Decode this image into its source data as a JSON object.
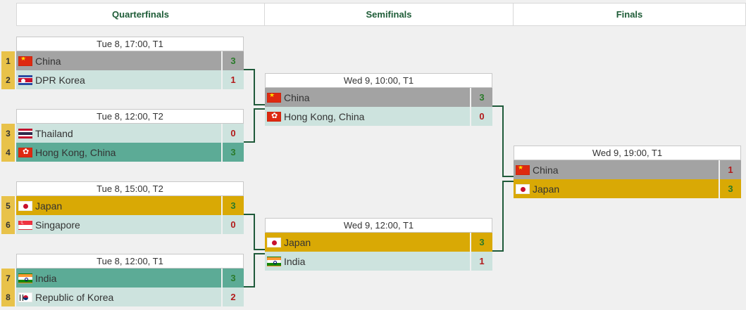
{
  "headers": {
    "quarterfinals": "Quarterfinals",
    "semifinals": "Semifinals",
    "finals": "Finals"
  },
  "quarterfinals": [
    {
      "time": "Tue 8, 17:00, T1",
      "teams": [
        {
          "seed": "1",
          "flag": "china-flag-icon",
          "name": "China",
          "score": "3",
          "result": "win",
          "bg": "gray"
        },
        {
          "seed": "2",
          "flag": "dpr-korea-flag-icon",
          "name": "DPR Korea",
          "score": "1",
          "result": "loss",
          "bg": "light"
        }
      ]
    },
    {
      "time": "Tue 8, 12:00, T2",
      "teams": [
        {
          "seed": "3",
          "flag": "thailand-flag-icon",
          "name": "Thailand",
          "score": "0",
          "result": "loss",
          "bg": "light"
        },
        {
          "seed": "4",
          "flag": "hong-kong-flag-icon",
          "name": "Hong Kong, China",
          "score": "3",
          "result": "win",
          "bg": "teal"
        }
      ]
    },
    {
      "time": "Tue 8, 15:00, T2",
      "teams": [
        {
          "seed": "5",
          "flag": "japan-flag-icon",
          "name": "Japan",
          "score": "3",
          "result": "win",
          "bg": "gold"
        },
        {
          "seed": "6",
          "flag": "singapore-flag-icon",
          "name": "Singapore",
          "score": "0",
          "result": "loss",
          "bg": "light"
        }
      ]
    },
    {
      "time": "Tue 8, 12:00, T1",
      "teams": [
        {
          "seed": "7",
          "flag": "india-flag-icon",
          "name": "India",
          "score": "3",
          "result": "win",
          "bg": "teal"
        },
        {
          "seed": "8",
          "flag": "korea-flag-icon",
          "name": "Republic of Korea",
          "score": "2",
          "result": "loss",
          "bg": "light"
        }
      ]
    }
  ],
  "semifinals": [
    {
      "time": "Wed 9, 10:00, T1",
      "teams": [
        {
          "flag": "china-flag-icon",
          "name": "China",
          "score": "3",
          "result": "win",
          "bg": "gray"
        },
        {
          "flag": "hong-kong-flag-icon",
          "name": "Hong Kong, China",
          "score": "0",
          "result": "loss",
          "bg": "light"
        }
      ]
    },
    {
      "time": "Wed 9, 12:00, T1",
      "teams": [
        {
          "flag": "japan-flag-icon",
          "name": "Japan",
          "score": "3",
          "result": "win",
          "bg": "gold"
        },
        {
          "flag": "india-flag-icon",
          "name": "India",
          "score": "1",
          "result": "loss",
          "bg": "light"
        }
      ]
    }
  ],
  "finals": [
    {
      "time": "Wed 9, 19:00, T1",
      "teams": [
        {
          "flag": "china-flag-icon",
          "name": "China",
          "score": "1",
          "result": "loss",
          "bg": "gray"
        },
        {
          "flag": "japan-flag-icon",
          "name": "Japan",
          "score": "3",
          "result": "win",
          "bg": "gold"
        }
      ]
    }
  ],
  "colors": {
    "header_text": "#1e5c37",
    "connector": "#1f5a3a",
    "gray": "#a3a3a3",
    "light": "#cde3de",
    "teal": "#5cab96",
    "gold": "#d9a905",
    "seed": "#e8c24a",
    "win": "#2a7a2a",
    "loss": "#b21a1a"
  }
}
